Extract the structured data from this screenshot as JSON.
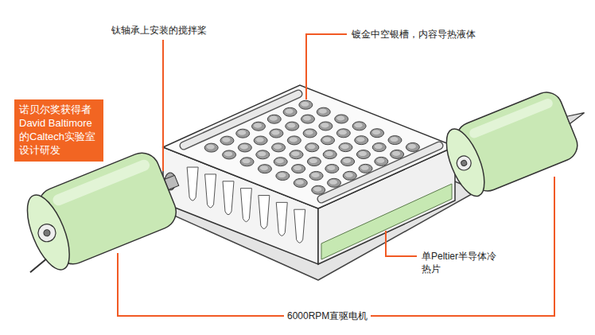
{
  "diagram": {
    "nodes": [
      {
        "text": [
          "诺贝尔奖获得者 David Baltimore 的Caltech实验室 设计研发"
        ]
      }
    ],
    "labels": [
      "钛轴承上安装的搅拌桨",
      "镀金中空银槽，内容导热液体",
      "单Peltier半导体冷热片",
      "6000RPM直驱电机"
    ]
  }
}
